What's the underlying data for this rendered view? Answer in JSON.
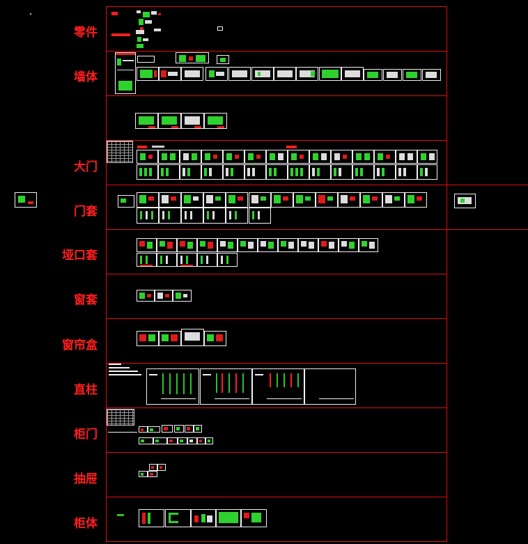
{
  "canvas": {
    "background": "#000000",
    "frame_color": "#e01010",
    "label_color": "#ff1e1e"
  },
  "rows": [
    {
      "key": "parts",
      "label": "零件"
    },
    {
      "key": "wall",
      "label": "墙体"
    },
    {
      "key": "blank",
      "label": ""
    },
    {
      "key": "door",
      "label": "大门"
    },
    {
      "key": "door-frame",
      "label": "门套"
    },
    {
      "key": "opening-frame",
      "label": "垭口套"
    },
    {
      "key": "window-frame",
      "label": "窗套"
    },
    {
      "key": "curtain-box",
      "label": "窗帘盒"
    },
    {
      "key": "column",
      "label": "直柱"
    },
    {
      "key": "cabinet-door",
      "label": "柜门"
    },
    {
      "key": "drawer",
      "label": "抽屉"
    },
    {
      "key": "cabinet-body",
      "label": "柜体"
    }
  ]
}
